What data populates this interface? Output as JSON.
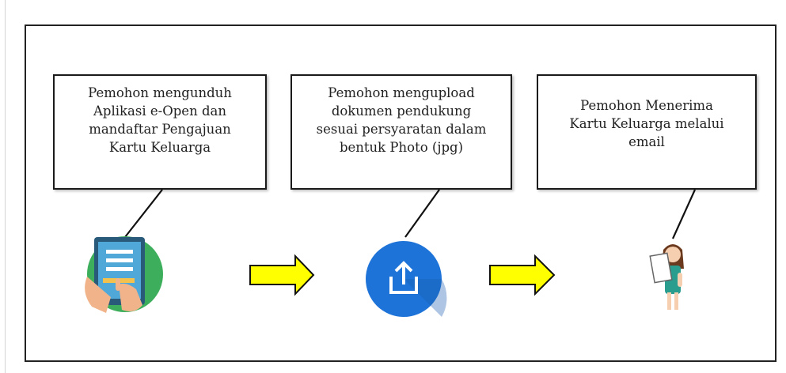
{
  "steps": [
    {
      "text": "Pemohon mengunduh\nAplikasi e-Open dan\nmandaftar Pengajuan\nKartu Keluarga",
      "icon": "tablet-form-icon"
    },
    {
      "text": "Pemohon mengupload\ndokumen pendukung\nsesuai persyaratan dalam\nbentuk Photo (jpg)",
      "icon": "upload-icon"
    },
    {
      "text": "Pemohon Menerima\nKartu Keluarga melalui\nemail",
      "icon": "woman-document-icon"
    }
  ],
  "colors": {
    "arrow_fill": "#ffff00",
    "upload_blue": "#1e73d8",
    "tablet_circle": "#3daf5c"
  }
}
